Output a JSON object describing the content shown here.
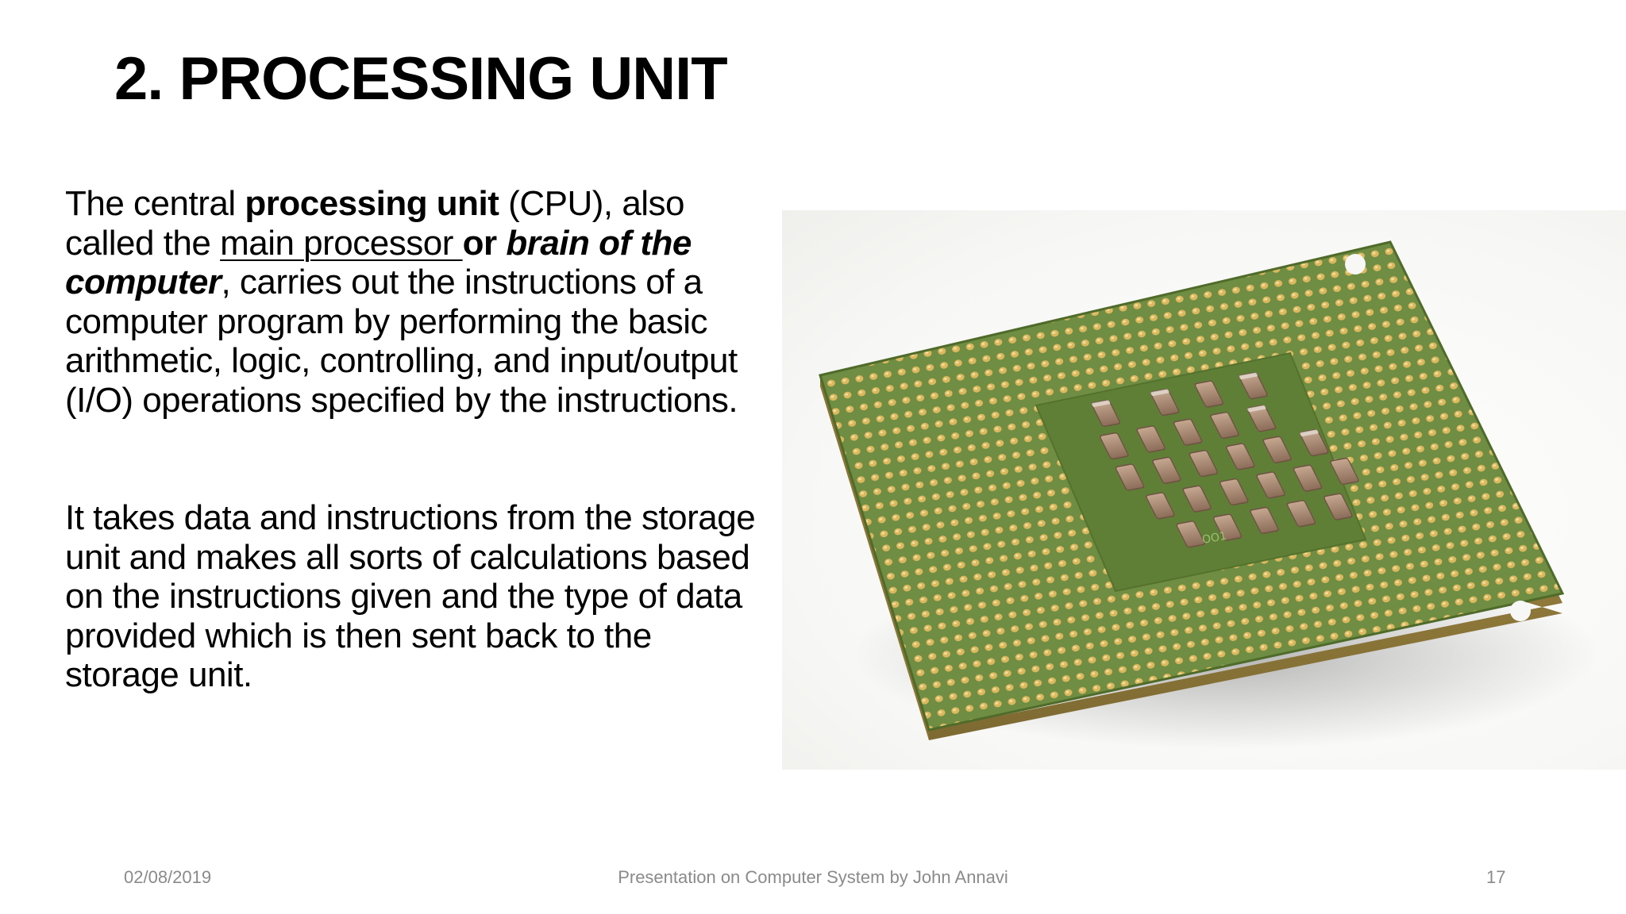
{
  "slide": {
    "title": "2. PROCESSING UNIT",
    "paragraph1": {
      "t1": "The central ",
      "t2": "processing unit",
      "t3": " (CPU), also called the ",
      "t4": "main processor ",
      "t5": "or ",
      "t6": "brain of the computer",
      "t7": ", carries out the instructions of a computer program by performing the basic arithmetic, logic, controlling, and input/output (I/O) operations specified by the instructions."
    },
    "paragraph2": "It takes data and instructions from the storage unit and makes all sorts of calculations based on the instructions given and the type of data provided which is then sent back to the storage unit.",
    "image": {
      "subject": "cpu-chip-photo",
      "chip_marking": "OO1"
    }
  },
  "footer": {
    "date": "02/08/2019",
    "center": "Presentation on Computer System by John Annavi",
    "page_number": "17"
  },
  "colors": {
    "text": "#000000",
    "footer_text": "#8a8a8a",
    "board_green": "#6b8a3f",
    "pin_gold": "#d9b45a",
    "capacitor": "#a48570"
  }
}
